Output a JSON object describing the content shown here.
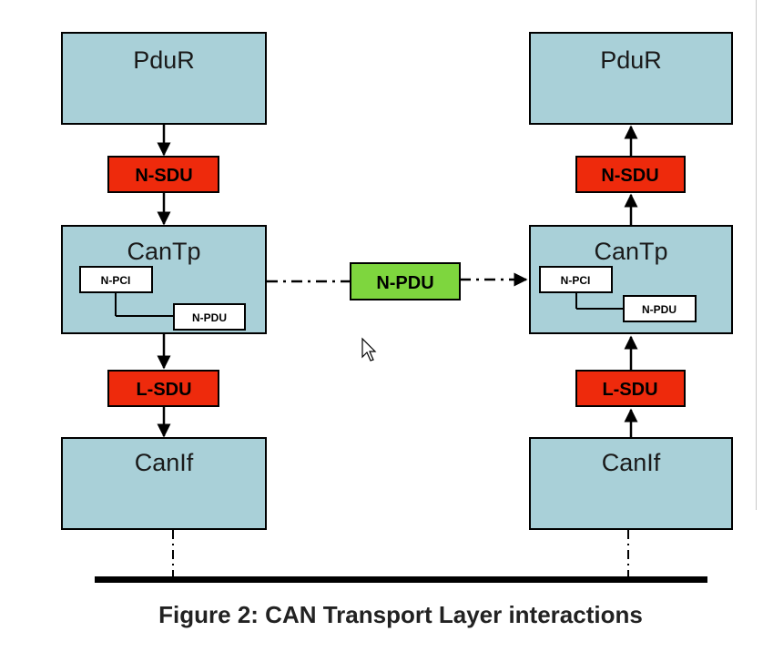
{
  "colors": {
    "module_fill": "#a9d0d8",
    "pdu_red": "#ee2a0c",
    "npdu_green": "#7ed63e",
    "box_white": "#ffffff",
    "line": "#000000"
  },
  "left_stack": {
    "pdur": "PduR",
    "nsdu": "N-SDU",
    "cantp": "CanTp",
    "npci": "N-PCI",
    "npdu_inner": "N-PDU",
    "lsdu": "L-SDU",
    "canif": "CanIf"
  },
  "right_stack": {
    "pdur": "PduR",
    "nsdu": "N-SDU",
    "cantp": "CanTp",
    "npci": "N-PCI",
    "npdu_inner": "N-PDU",
    "lsdu": "L-SDU",
    "canif": "CanIf"
  },
  "transfer": {
    "npdu": "N-PDU"
  },
  "icons": {
    "cursor": "mouse-pointer-icon"
  },
  "caption": "Figure 2: CAN Transport Layer interactions"
}
